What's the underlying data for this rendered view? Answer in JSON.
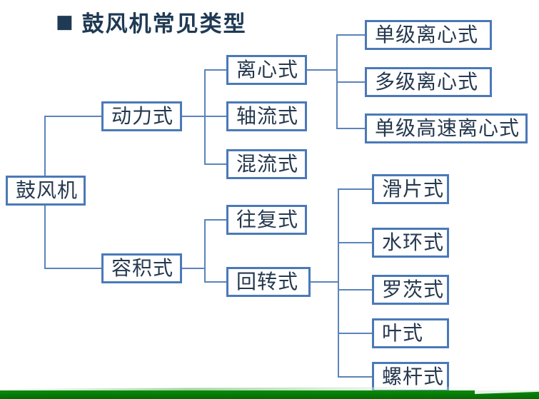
{
  "title": {
    "bullet": "■",
    "text": "鼓风机常见类型"
  },
  "colors": {
    "title_navy": "#1F3A54",
    "box_border_blue": "#4A79B8",
    "connector_blue": "#5B84BC",
    "node_text": "#25384E",
    "footer_green": "#068006"
  },
  "tree": {
    "root": {
      "label": "鼓风机"
    },
    "nodes": {
      "dynamic": {
        "label": "动力式",
        "parent": "root"
      },
      "positive": {
        "label": "容积式",
        "parent": "root"
      },
      "centrifugal": {
        "label": "离心式",
        "parent": "dynamic"
      },
      "axial": {
        "label": "轴流式",
        "parent": "dynamic"
      },
      "mixed": {
        "label": "混流式",
        "parent": "dynamic"
      },
      "reciprocating": {
        "label": "往复式",
        "parent": "positive"
      },
      "rotary": {
        "label": "回转式",
        "parent": "positive"
      },
      "single_stage_centrifugal": {
        "label": "单级离心式",
        "parent": "centrifugal"
      },
      "multi_stage_centrifugal": {
        "label": "多级离心式",
        "parent": "centrifugal"
      },
      "single_stage_high_speed_centrifugal": {
        "label": "单级高速离心式",
        "parent": "centrifugal"
      },
      "sliding_vane": {
        "label": "滑片式",
        "parent": "rotary"
      },
      "water_ring": {
        "label": "水环式",
        "parent": "rotary"
      },
      "roots": {
        "label": "罗茨式",
        "parent": "rotary"
      },
      "lobe": {
        "label": "叶式",
        "parent": "rotary"
      },
      "screw": {
        "label": "螺杆式",
        "parent": "rotary"
      }
    }
  }
}
